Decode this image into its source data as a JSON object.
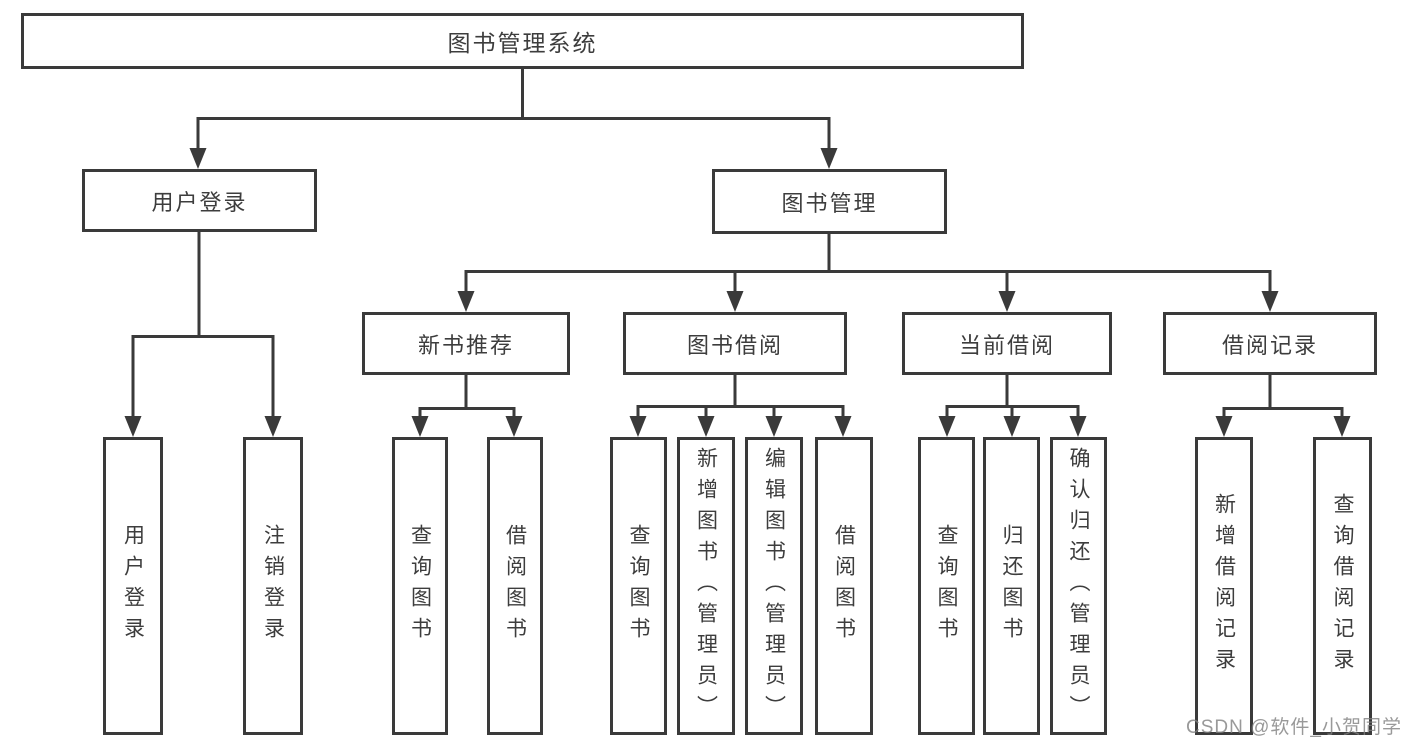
{
  "diagram": {
    "root": {
      "label": "图书管理系统"
    },
    "branches": [
      {
        "label": "用户登录",
        "children": [
          {
            "label": "用户登录"
          },
          {
            "label": "注销登录"
          }
        ]
      },
      {
        "label": "图书管理",
        "children": [
          {
            "label": "新书推荐",
            "children": [
              {
                "label": "查询图书"
              },
              {
                "label": "借阅图书"
              }
            ]
          },
          {
            "label": "图书借阅",
            "children": [
              {
                "label": "查询图书"
              },
              {
                "label": "新增图书（管理员）"
              },
              {
                "label": "编辑图书（管理员）"
              },
              {
                "label": "借阅图书"
              }
            ]
          },
          {
            "label": "当前借阅",
            "children": [
              {
                "label": "查询图书"
              },
              {
                "label": "归还图书"
              },
              {
                "label": "确认归还（管理员）"
              }
            ]
          },
          {
            "label": "借阅记录",
            "children": [
              {
                "label": "新增借阅记录"
              },
              {
                "label": "查询借阅记录"
              }
            ]
          }
        ]
      }
    ]
  },
  "watermark": {
    "text": "CSDN @软件_小贺同学"
  },
  "colors": {
    "line": "#3a3a3a",
    "box_border": "#3a3a3a",
    "box_fill": "#ffffff",
    "text": "#3d3d3d",
    "watermark": "#808080"
  }
}
